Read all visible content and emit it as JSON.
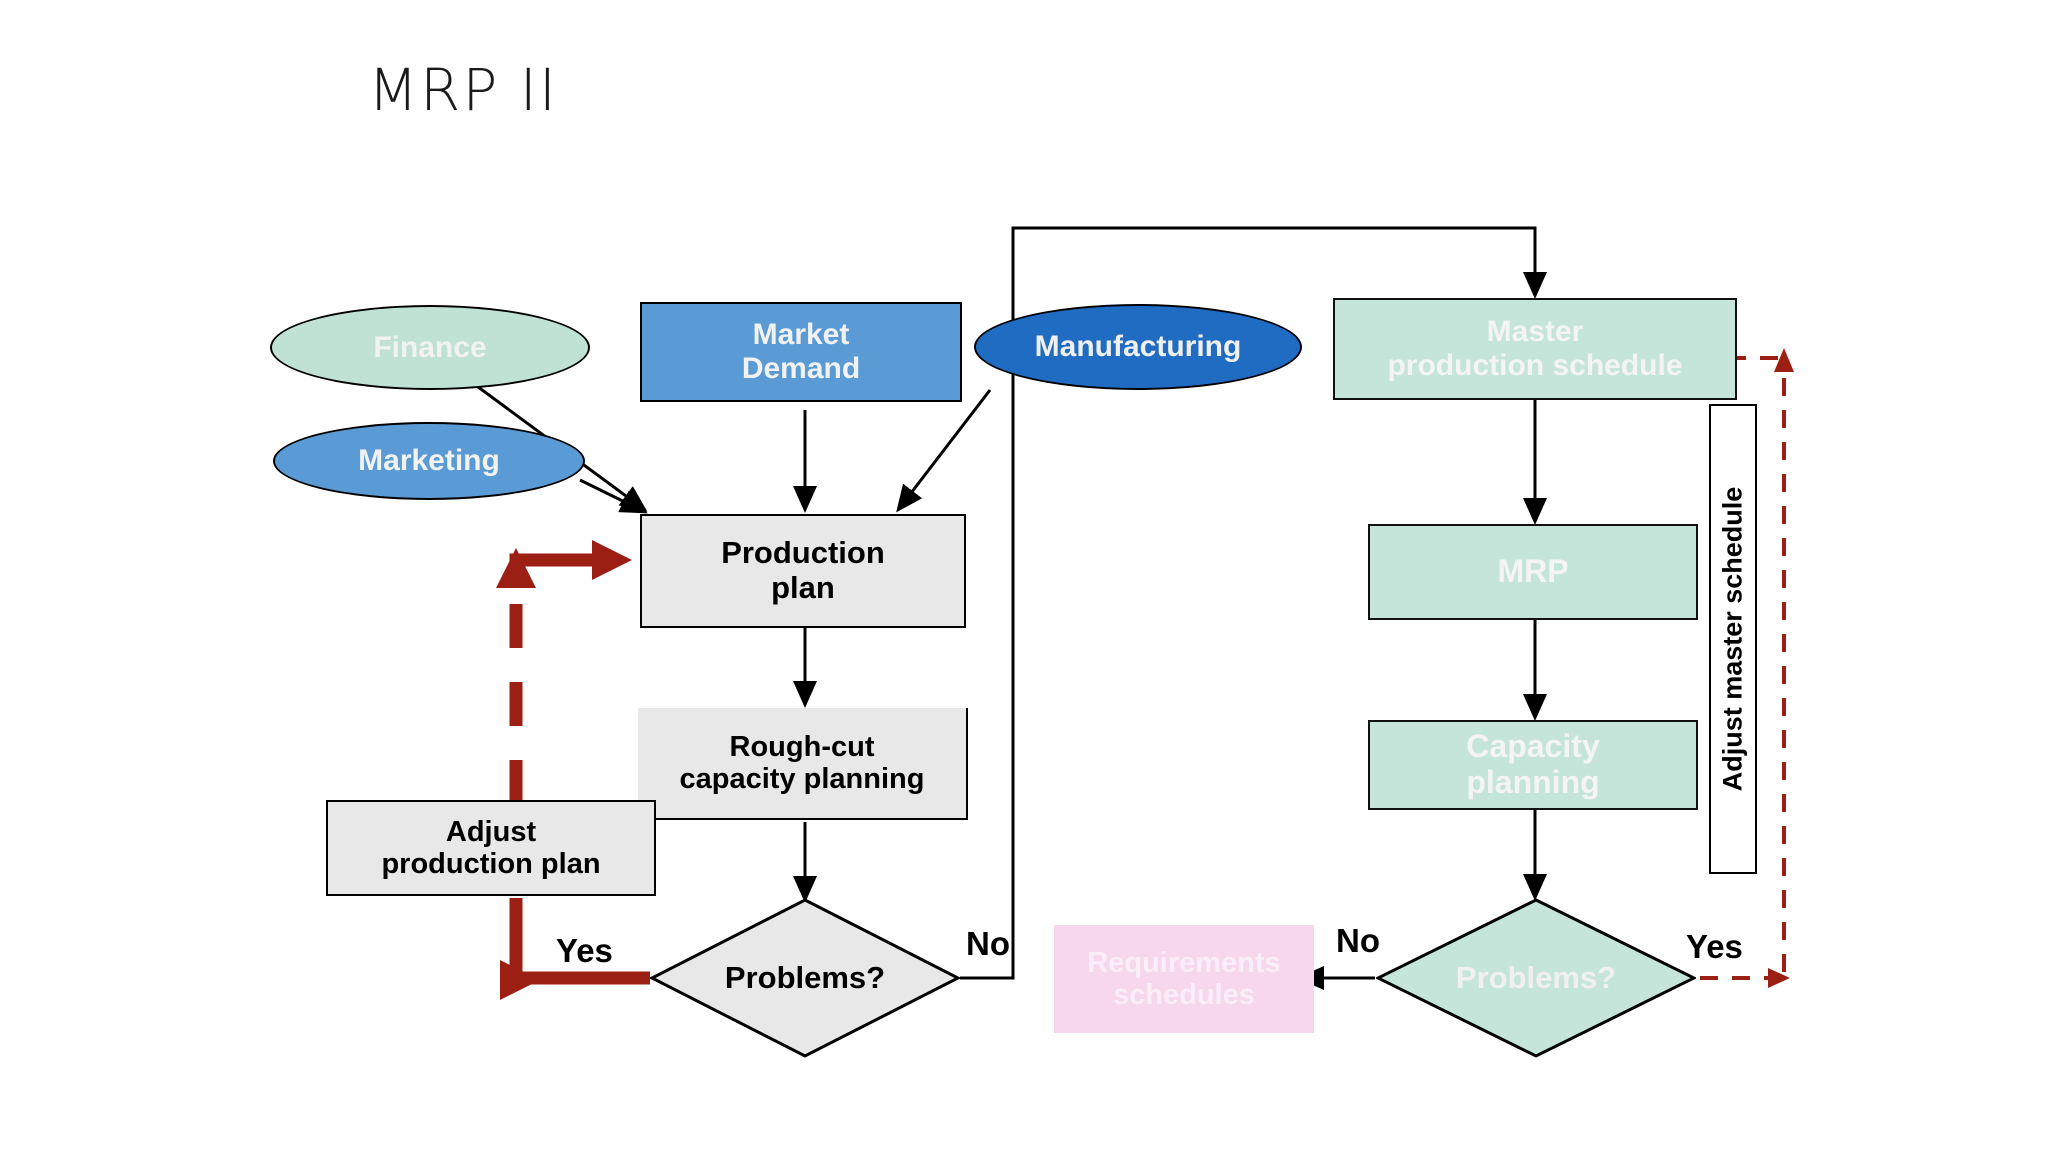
{
  "page": {
    "title": "MRP II",
    "background": "#ffffff"
  },
  "colors": {
    "mint_fill": "#c5e5db",
    "ellipse_mint_fill": "#bfe2d5",
    "blue_fill": "#5b9bd5",
    "dark_blue_fill": "#1f6cc2",
    "gray_fill": "#e8e8e8",
    "pink_fill": "#f7d7ec",
    "dark_red_arrow": "#9c1f14",
    "black_arrow": "#000000",
    "faded_text": "#f2f2f2"
  },
  "nodes": {
    "finance": {
      "label": "Finance",
      "shape": "ellipse",
      "fill": "#bfe2d5"
    },
    "marketing": {
      "label": "Marketing",
      "shape": "ellipse",
      "fill": "#5b9bd5"
    },
    "manufacturing": {
      "label": "Manufacturing",
      "shape": "ellipse",
      "fill": "#1f6cc2"
    },
    "market_demand": {
      "label": "Market\nDemand",
      "line1": "Market",
      "line2": "Demand",
      "shape": "rect",
      "fill": "#5b9bd5"
    },
    "production_plan": {
      "line1": "Production",
      "line2": "plan",
      "shape": "rect",
      "fill": "#e8e8e8"
    },
    "rough_cut": {
      "line1": "Rough-cut",
      "line2": "capacity planning",
      "shape": "rect",
      "fill": "#e8e8e8"
    },
    "adjust_production_plan": {
      "line1": "Adjust",
      "line2": "production plan",
      "shape": "rect",
      "fill": "#e8e8e8"
    },
    "problems_left": {
      "label": "Problems?",
      "shape": "diamond",
      "fill": "#e8e8e8"
    },
    "master_production_schedule": {
      "line1": "Master",
      "line2": "production schedule",
      "shape": "rect",
      "fill": "#c5e5db"
    },
    "mrp": {
      "label": "MRP",
      "shape": "rect",
      "fill": "#c5e5db"
    },
    "capacity_planning": {
      "line1": "Capacity",
      "line2": "planning",
      "shape": "rect",
      "fill": "#c5e5db"
    },
    "problems_right": {
      "label": "Problems?",
      "shape": "diamond",
      "fill": "#c5e5db"
    },
    "requirements_schedules": {
      "line1": "Requirements",
      "line2": "schedules",
      "shape": "rect",
      "fill": "#f7d7ec"
    },
    "adjust_master_schedule": {
      "label": "Adjust master schedule",
      "shape": "vertical-label-box"
    }
  },
  "edge_labels": {
    "yes_left": "Yes",
    "no_left": "No",
    "no_right": "No",
    "yes_right": "Yes"
  }
}
